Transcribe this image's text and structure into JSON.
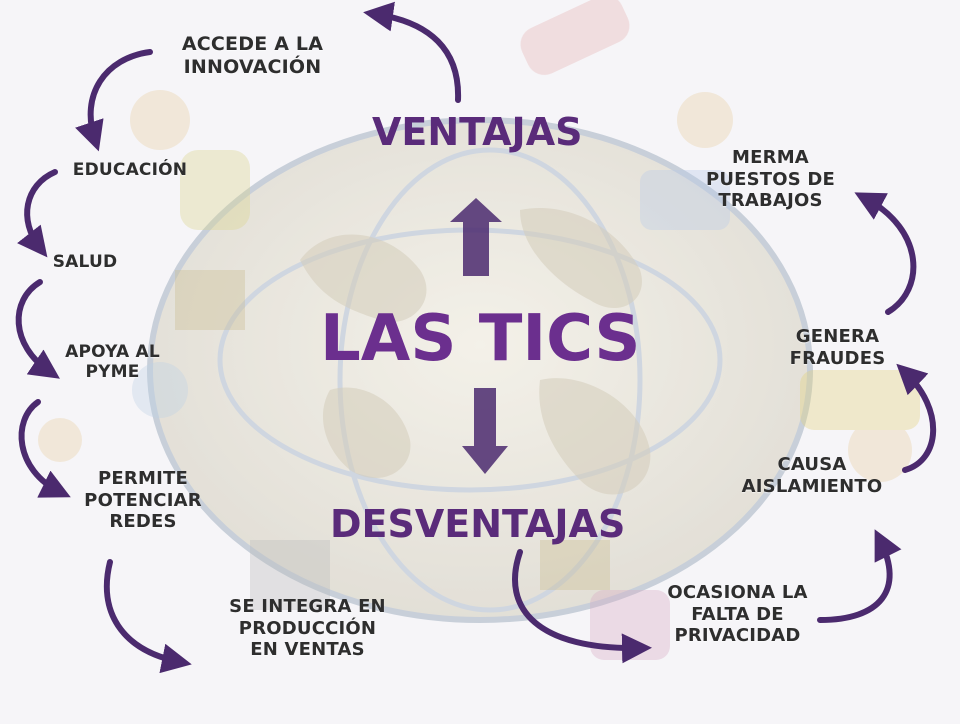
{
  "title": "LAS TICS",
  "ventajas_heading": "VENTAJAS",
  "desventajas_heading": "DESVENTAJAS",
  "ventajas": [
    "ACCEDE A LA\nINNOVACIÓN",
    "EDUCACIÓN",
    "SALUD",
    "APOYA AL\nPYME",
    "PERMITE\nPOTENCIAR\nREDES",
    "SE INTEGRA EN\nPRODUCCIÓN\nEN VENTAS"
  ],
  "desventajas": [
    "MERMA\nPUESTOS DE\nTRABAJOS",
    "GENERA\nFRAUDES",
    "CAUSA\nAISLAMIENTO",
    "OCASIONA LA\nFALTA DE\nPRIVACIDAD"
  ],
  "colors": {
    "accent": "#5a2b7a",
    "arrow": "#4b2a6e",
    "text": "#2e2e2e",
    "globe": "#e9e5d8",
    "background": "#f6f5f8"
  }
}
